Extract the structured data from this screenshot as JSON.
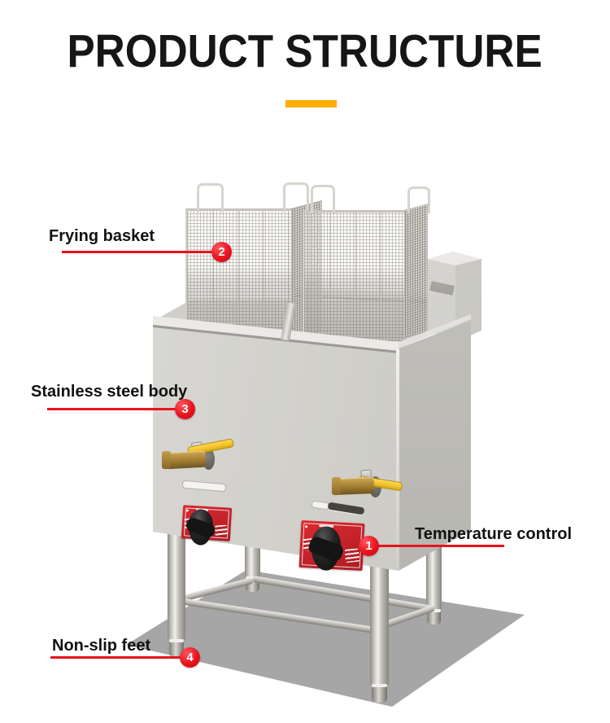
{
  "header": {
    "title": "PRODUCT STRUCTURE"
  },
  "accent": {
    "color": "#FFAD00"
  },
  "theme": {
    "background": "#FFFFFF",
    "title_color": "#161616",
    "callout_red": "#E8131D",
    "panel_red": "#C2222A",
    "brass_gold": "#A17C30",
    "lever_yellow": "#EDBB24",
    "steel_light": "#DDDCD8",
    "steel_dark": "#B4B3AE"
  },
  "callouts": [
    {
      "number": "1",
      "label": "Temperature control"
    },
    {
      "number": "2",
      "label": "Frying basket"
    },
    {
      "number": "3",
      "label": "Stainless steel body"
    },
    {
      "number": "4",
      "label": "Non-slip feet"
    }
  ]
}
